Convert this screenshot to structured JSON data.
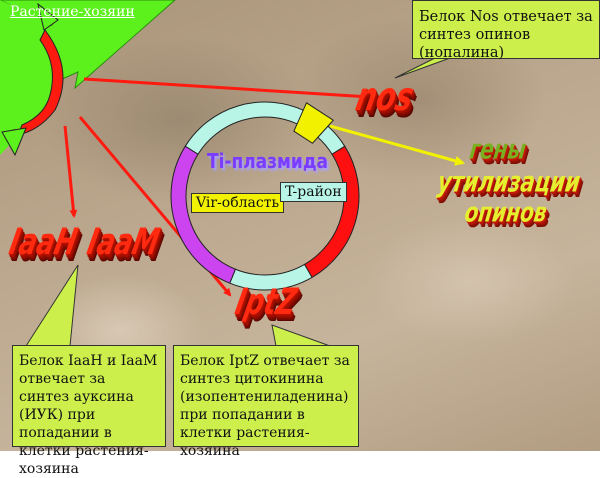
{
  "host_label": "Растение-хозяин",
  "plasmid": {
    "title": "Ti-плазмида",
    "vir_label": "Vir-область",
    "t_label": "T-район"
  },
  "genes": {
    "nos": "nos",
    "iaaH": "IaaH",
    "iaaM": "IaaM",
    "iptZ": "IptZ",
    "opine_line1": "гены",
    "opine_line2": "утилизации",
    "opine_line3": "опинов"
  },
  "callouts": {
    "nos": "Белок Nos отвечает за синтез опинов (нопалина)",
    "iaa": "Белок IaaH и IaaM отвечает за синтез ауксина (ИУК) при попадании в клетки растения-хозяина",
    "ipt": "Белок IptZ отвечает за синтез цитокинина (изопентениладенина) при попадании в клетки растения-хозяина"
  },
  "colors": {
    "host_green": "#5cf01c",
    "arrow_red": "#ff1a10",
    "vir_purple": "#cc44f0",
    "backbone_cyan": "#b8f5e6",
    "t_region_red": "#ff1010",
    "opine_yellow": "#f2f200",
    "callout_fill": "#ccef4c"
  }
}
